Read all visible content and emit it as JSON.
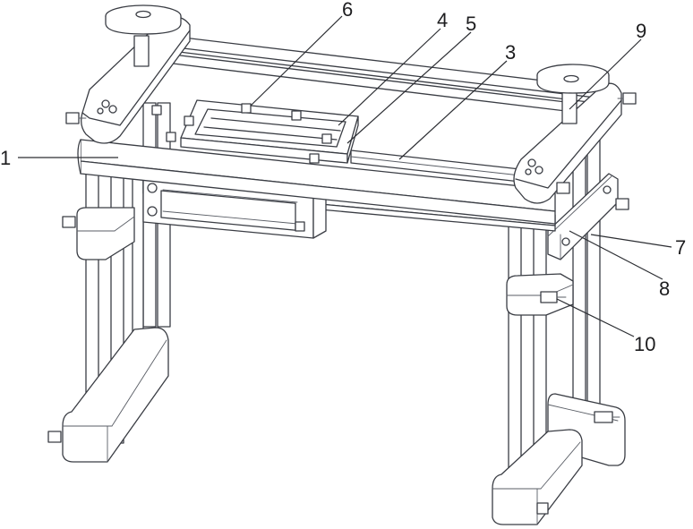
{
  "callouts": [
    {
      "id": "1",
      "text": "1"
    },
    {
      "id": "3",
      "text": "3"
    },
    {
      "id": "4",
      "text": "4"
    },
    {
      "id": "5",
      "text": "5"
    },
    {
      "id": "6",
      "text": "6"
    },
    {
      "id": "7",
      "text": "7"
    },
    {
      "id": "8",
      "text": "8"
    },
    {
      "id": "9",
      "text": "9"
    },
    {
      "id": "10",
      "text": "10"
    }
  ],
  "colors": {
    "line": "#3a3d44",
    "background": "#ffffff"
  }
}
